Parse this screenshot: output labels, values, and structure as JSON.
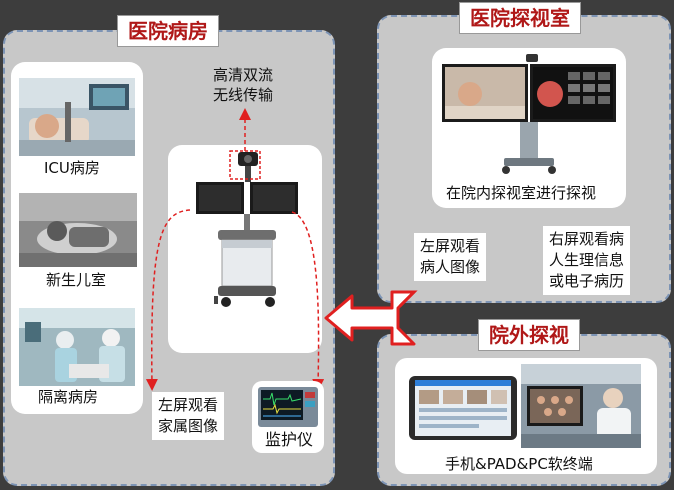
{
  "left_panel": {
    "title": "医院病房",
    "rooms": [
      {
        "label": "ICU病房"
      },
      {
        "label": "新生儿室"
      },
      {
        "label": "隔离病房"
      }
    ],
    "transmission_label": "高清双流\n无线传输",
    "left_screen_label": "左屏观看\n家属图像",
    "monitor_label": "监护仪"
  },
  "visit_room": {
    "title": "医院探视室",
    "caption": "在院内探视室进行探视",
    "left_screen_label": "左屏观看\n病人图像",
    "right_screen_label": "右屏观看病\n人生理信息\n或电子病历"
  },
  "remote": {
    "title": "院外探视",
    "caption": "手机&PAD&PC软终端"
  },
  "colors": {
    "title_red": "#b01818",
    "arrow_red": "#e02020",
    "panel_gray": "#c8c8c8",
    "border_blue": "#7d94b5"
  }
}
